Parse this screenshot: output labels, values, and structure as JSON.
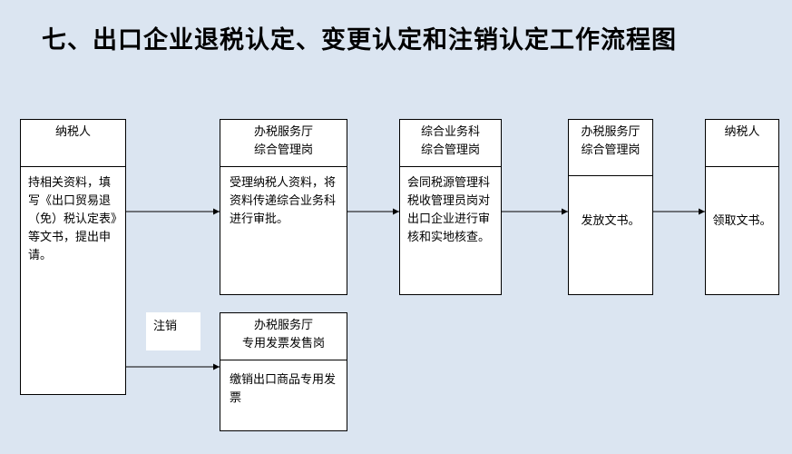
{
  "title": "七、出口企业退税认定、变更认定和注销认定工作流程图",
  "boxes": {
    "taxpayer_start": {
      "head": "纳税人",
      "body": "持相关资料，填写《出口贸易退（免）税认定表》等文书，提出申请。"
    },
    "hall_accept": {
      "head": "办税服务厅\n综合管理岗",
      "body": "受理纳税人资料，将资料传递综合业务科进行审批。"
    },
    "business_dept": {
      "head": "综合业务科\n综合管理岗",
      "body": "会同税源管理科税收管理员岗对出口企业进行审核和实地核查。"
    },
    "hall_issue": {
      "head": "办税服务厅\n综合管理岗",
      "body": "发放文书。"
    },
    "taxpayer_end": {
      "head": "纳税人",
      "body": "领取文书。"
    },
    "invoice_post": {
      "head": "办税服务厅\n专用发票发售岗",
      "body": "缴销出口商品专用发票"
    }
  },
  "note": "注销"
}
